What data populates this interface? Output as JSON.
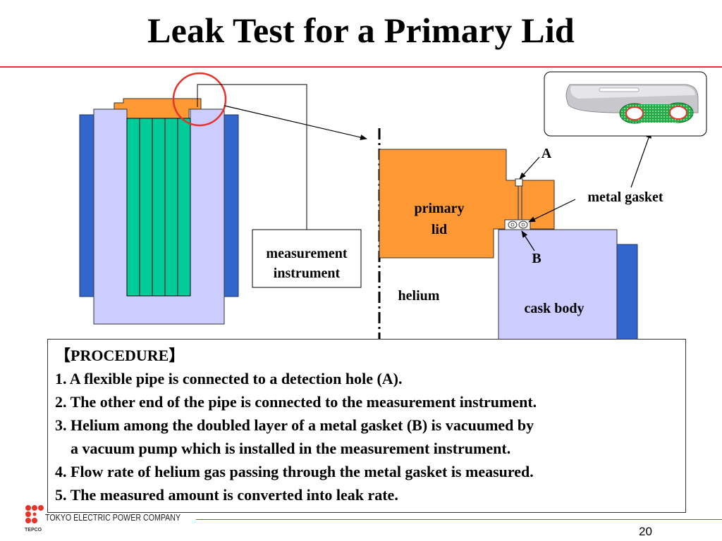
{
  "slide": {
    "title": "Leak Test for a Primary Lid",
    "page_number": "20"
  },
  "diagram": {
    "measurement_instrument": [
      "measurement",
      "instrument"
    ],
    "primary_lid": [
      "primary",
      "lid"
    ],
    "helium": "helium",
    "cask_body": "cask body",
    "label_a": "A",
    "label_b": "B",
    "metal_gasket": "metal gasket"
  },
  "procedure": {
    "heading": "【PROCEDURE】",
    "steps": [
      "1. A flexible pipe is connected to a detection hole (A).",
      "2. The other end of the pipe is connected to the measurement instrument.",
      "3. Helium among the doubled layer of a metal gasket (B) is vacuumed by",
      "a vacuum pump which is installed in the measurement instrument.",
      "4. Flow rate of helium gas passing through the metal gasket is measured.",
      "5. The measured amount is converted into leak rate."
    ]
  },
  "footer": {
    "company": "TOKYO ELECTRIC POWER COMPANY",
    "logo_text": "TEPCO"
  },
  "colors": {
    "accent_red": "#e8322a",
    "cask_blue": "#3366cc",
    "cask_lavender": "#ccccff",
    "lid_orange": "#ff9933",
    "fuel_green": "#00cc99",
    "gasket_green": "#22aa44"
  }
}
